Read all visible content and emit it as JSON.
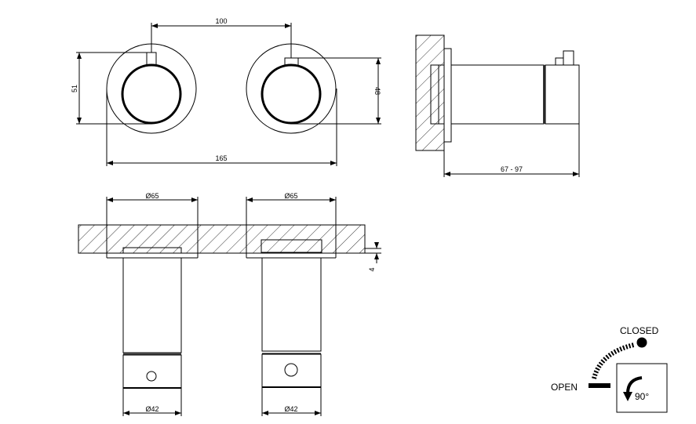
{
  "dimensions": {
    "center_distance": "100",
    "plate_height_left": "51",
    "plate_height_right": "48",
    "overall_width": "165",
    "projection": "67 - 97",
    "flange_diameter_left": "Ø65",
    "flange_diameter_right": "Ø65",
    "body_diameter_left": "Ø42",
    "body_diameter_right": "Ø42",
    "flange_thickness": "4"
  },
  "legend": {
    "closed_label": "CLOSED",
    "open_label": "OPEN",
    "rotation_label": "90°"
  }
}
